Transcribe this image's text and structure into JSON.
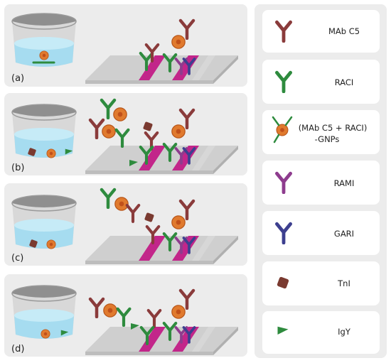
{
  "panels": [
    {
      "label": "(a)"
    },
    {
      "label": "(b)"
    },
    {
      "label": "(c)"
    },
    {
      "label": "(d)"
    }
  ],
  "legend": {
    "items": [
      {
        "label": "MAb C5",
        "icon": "antibody-y-icon",
        "color": "#8a3b3b"
      },
      {
        "label": "RACI",
        "icon": "antibody-y-icon",
        "color": "#2e8b3e"
      },
      {
        "label": "(MAb C5 + RACI)",
        "label2": "-GNPs",
        "icon": "gold-nanoparticle-icon",
        "color": "#e07a2e"
      },
      {
        "label": "RAMI",
        "icon": "antibody-y-icon",
        "color": "#8e3c8e"
      },
      {
        "label": "GARI",
        "icon": "antibody-y-icon",
        "color": "#3d3f8f"
      },
      {
        "label": "TnI",
        "icon": "troponin-cube-icon",
        "color": "#7a3a30"
      },
      {
        "label": "IgY",
        "icon": "igy-fragment-icon",
        "color": "#2e8b3e"
      }
    ]
  },
  "colors": {
    "panel_bg": "#ececec",
    "strip": "#cfcfcf",
    "test_line": "#c2268a",
    "liquid": "#a6dcf0",
    "beaker": "#c9c9c9",
    "gold": "#e07a2e"
  }
}
